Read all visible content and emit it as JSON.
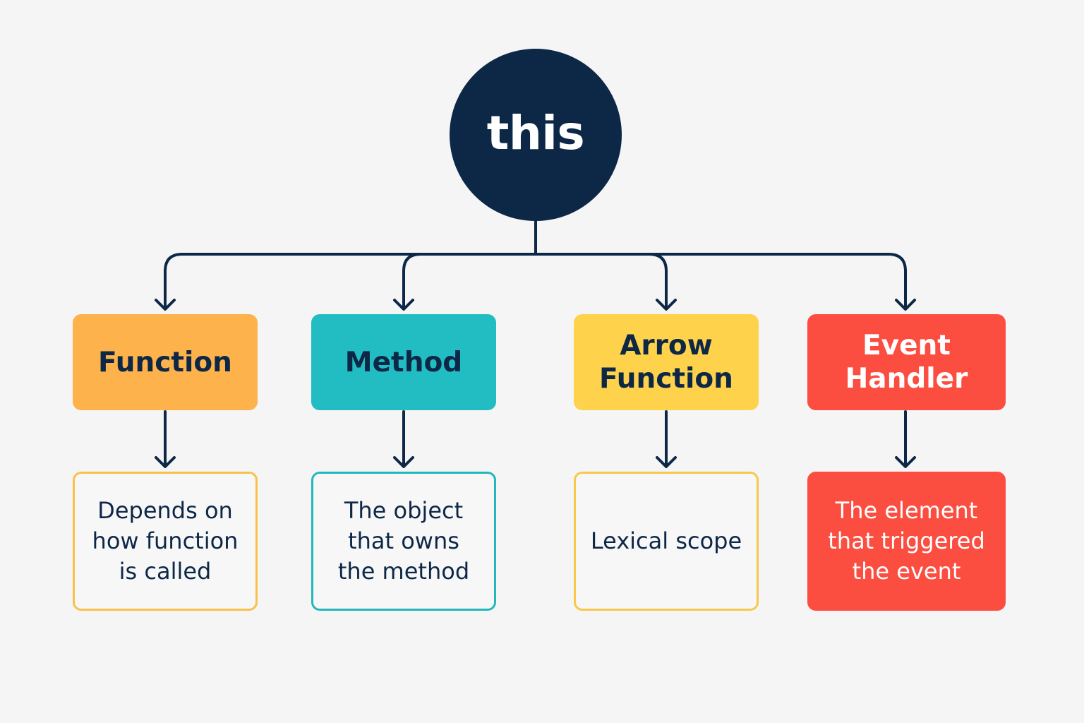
{
  "root": {
    "label": "this"
  },
  "categories": [
    {
      "label": "Function",
      "description": "Depends on\nhow function\nis called"
    },
    {
      "label": "Method",
      "description": "The object\nthat owns\nthe method"
    },
    {
      "label": "Arrow\nFunction",
      "description": "Lexical scope"
    },
    {
      "label": "Event\nHandler",
      "description": "The element\nthat triggered\nthe event"
    }
  ],
  "colors": {
    "background": "#f5f5f5",
    "root": "#0d2747",
    "line": "#0d2747",
    "text_dark": "#0d2747",
    "function": "#fdb24c",
    "method": "#22bdc2",
    "arrow_function": "#fed24a",
    "event_handler": "#fb4e41",
    "desc_function_border": "#f8c24a",
    "desc_method_border": "#22b8bd",
    "desc_arrow_border": "#f8c84a",
    "desc_event_fill": "#fb4e41"
  }
}
